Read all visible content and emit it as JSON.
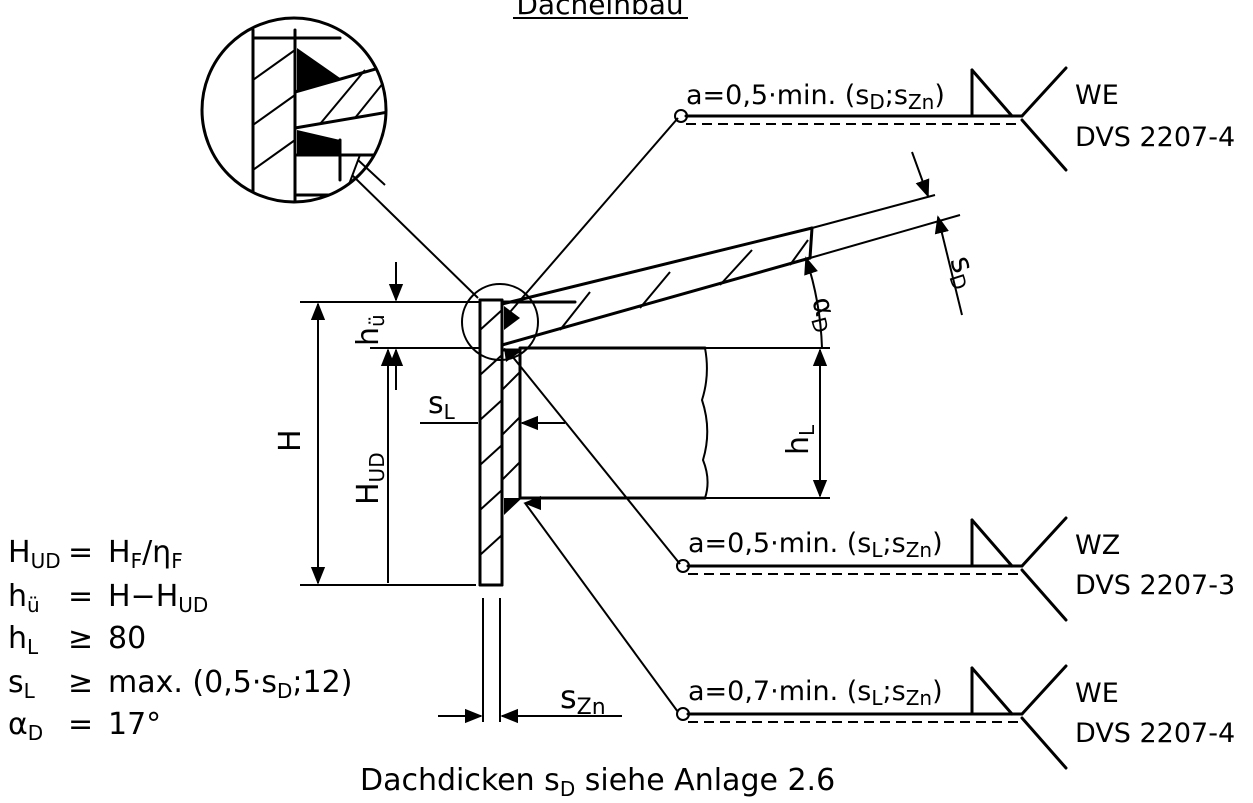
{
  "title": "Dacheinbau",
  "welds": [
    {
      "formula_prefix": "a=0,5·min. (s",
      "sub1": "D",
      "mid": ";s",
      "sub2": "Zn",
      "suffix": ")",
      "type": "WE",
      "standard": "DVS 2207-4"
    },
    {
      "formula_prefix": "a=0,5·min. (s",
      "sub1": "L",
      "mid": ";s",
      "sub2": "Zn",
      "suffix": ")",
      "type": "WZ",
      "standard": "DVS 2207-3"
    },
    {
      "formula_prefix": "a=0,7·min. (s",
      "sub1": "L",
      "mid": ";s",
      "sub2": "Zn",
      "suffix": ")",
      "type": "WE",
      "standard": "DVS 2207-4"
    }
  ],
  "dimensions": {
    "H": "H",
    "H_UD_main": "H",
    "H_UD_sub": "UD",
    "h_u_main": "h",
    "h_u_sub": "ü",
    "h_L_main": "h",
    "h_L_sub": "L",
    "s_L_main": "s",
    "s_L_sub": "L",
    "s_D_main": "s",
    "s_D_sub": "D",
    "alpha_D_main": "α",
    "alpha_D_sub": "D",
    "s_Zn_main": "s",
    "s_Zn_sub": "Zn"
  },
  "legend": [
    {
      "lhs_main": "H",
      "lhs_sub": "UD",
      "op": "=",
      "rhs": "H",
      "rhs_sub": "F",
      "rhs_tail": "/η",
      "rhs_tail_sub": "F"
    },
    {
      "lhs_main": "h",
      "lhs_sub": "ü",
      "op": "=",
      "rhs": "H−H",
      "rhs_sub": "UD",
      "rhs_tail": "",
      "rhs_tail_sub": ""
    },
    {
      "lhs_main": "h",
      "lhs_sub": "L",
      "op": "≥",
      "rhs": "80",
      "rhs_sub": "",
      "rhs_tail": "",
      "rhs_tail_sub": ""
    },
    {
      "lhs_main": "s",
      "lhs_sub": "L",
      "op": "≥",
      "rhs": "max. (0,5·s",
      "rhs_sub": "D",
      "rhs_tail": ";12)",
      "rhs_tail_sub": ""
    },
    {
      "lhs_main": "α",
      "lhs_sub": "D",
      "op": "=",
      "rhs": "17°",
      "rhs_sub": "",
      "rhs_tail": "",
      "rhs_tail_sub": ""
    }
  ],
  "footnote": {
    "prefix": "Dachdicken s",
    "sub": "D",
    "suffix": " siehe Anlage 2.6"
  }
}
